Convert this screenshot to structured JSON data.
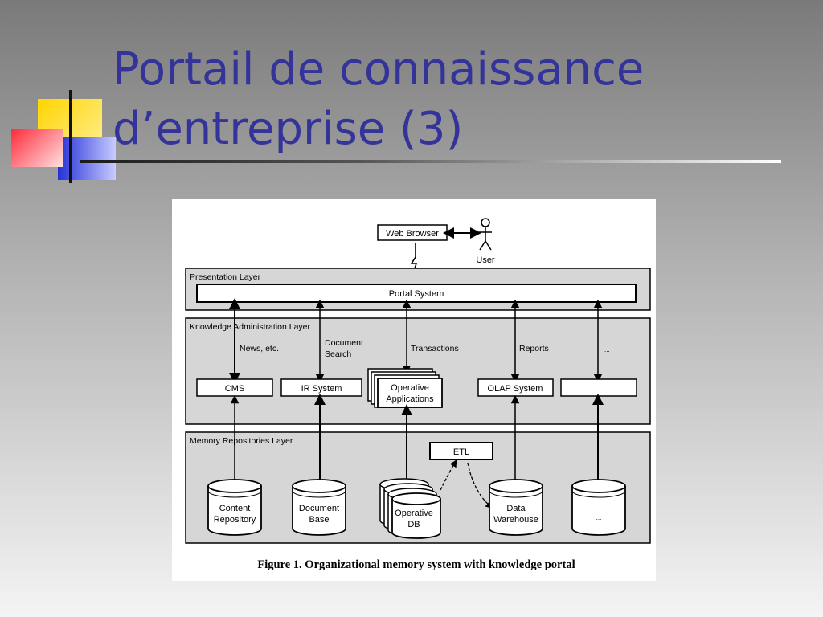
{
  "slide": {
    "title_line1": "Portail de connaissance",
    "title_line2": "d’entreprise (3)"
  },
  "colors": {
    "title": "#33339a",
    "layer_fill": "#d6d6d6",
    "deco_yellow": "#ffd400",
    "deco_red": "#ff2a3a",
    "deco_blue": "#2430d8"
  },
  "figure": {
    "web_browser": "Web Browser",
    "user": "User",
    "user_icon": "stick-figure-icon",
    "presentation_layer": "Presentation Layer",
    "portal_system": "Portal System",
    "knowledge_layer": "Knowledge Administration Layer",
    "memory_layer": "Memory Repositories Layer",
    "labels": {
      "news": "News, etc.",
      "doc_search_1": "Document",
      "doc_search_2": "Search",
      "transactions": "Transactions",
      "reports": "Reports",
      "misc": "..."
    },
    "systems": {
      "cms": "CMS",
      "ir": "IR System",
      "operative_apps_1": "Operative",
      "operative_apps_2": "Applications",
      "olap": "OLAP System",
      "misc": "..."
    },
    "etl": "ETL",
    "repositories": {
      "content_1": "Content",
      "content_2": "Repository",
      "docbase_1": "Document",
      "docbase_2": "Base",
      "opdb_1": "Operative",
      "opdb_2": "DB",
      "dw_1": "Data",
      "dw_2": "Warehouse",
      "misc": "..."
    },
    "caption": "Figure 1. Organizational memory system with knowledge portal"
  }
}
